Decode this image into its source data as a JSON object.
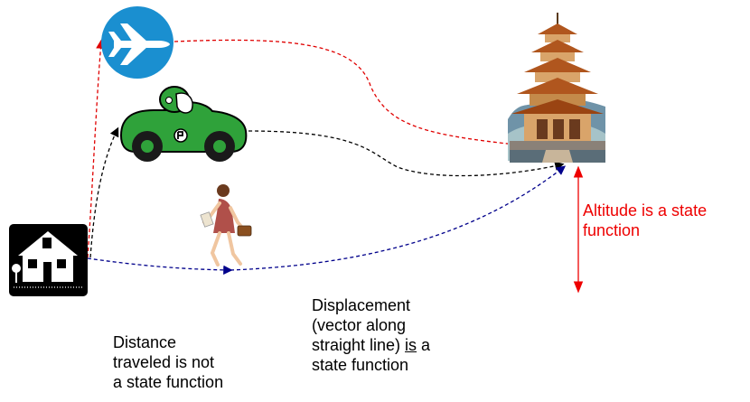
{
  "colors": {
    "plane_route": "#e00000",
    "car_route": "#000000",
    "walk_route": "#00008b",
    "altitude_arrow": "#ee0000",
    "plane_badge": "#1a8fd0",
    "car_body": "#2fa23a",
    "temple_roof": "#b0561e",
    "temple_base": "#5a6d78"
  },
  "icons": {
    "plane": "airplane-icon",
    "car": "race-car-icon",
    "walker": "walking-woman-icon",
    "house": "house-icon",
    "temple": "pagoda-temple-icon"
  },
  "captions": {
    "altitude": {
      "line1": "Altitude is a state",
      "line2": "function"
    },
    "displacement": {
      "line1": "Displacement",
      "line2": "(vector along",
      "line3_before": "straight line) ",
      "line3_underlined": "is",
      "line3_after": " a",
      "line4": "state function"
    },
    "distance": {
      "line1": "Distance",
      "line2": "traveled is not",
      "line3": "a state function"
    }
  }
}
